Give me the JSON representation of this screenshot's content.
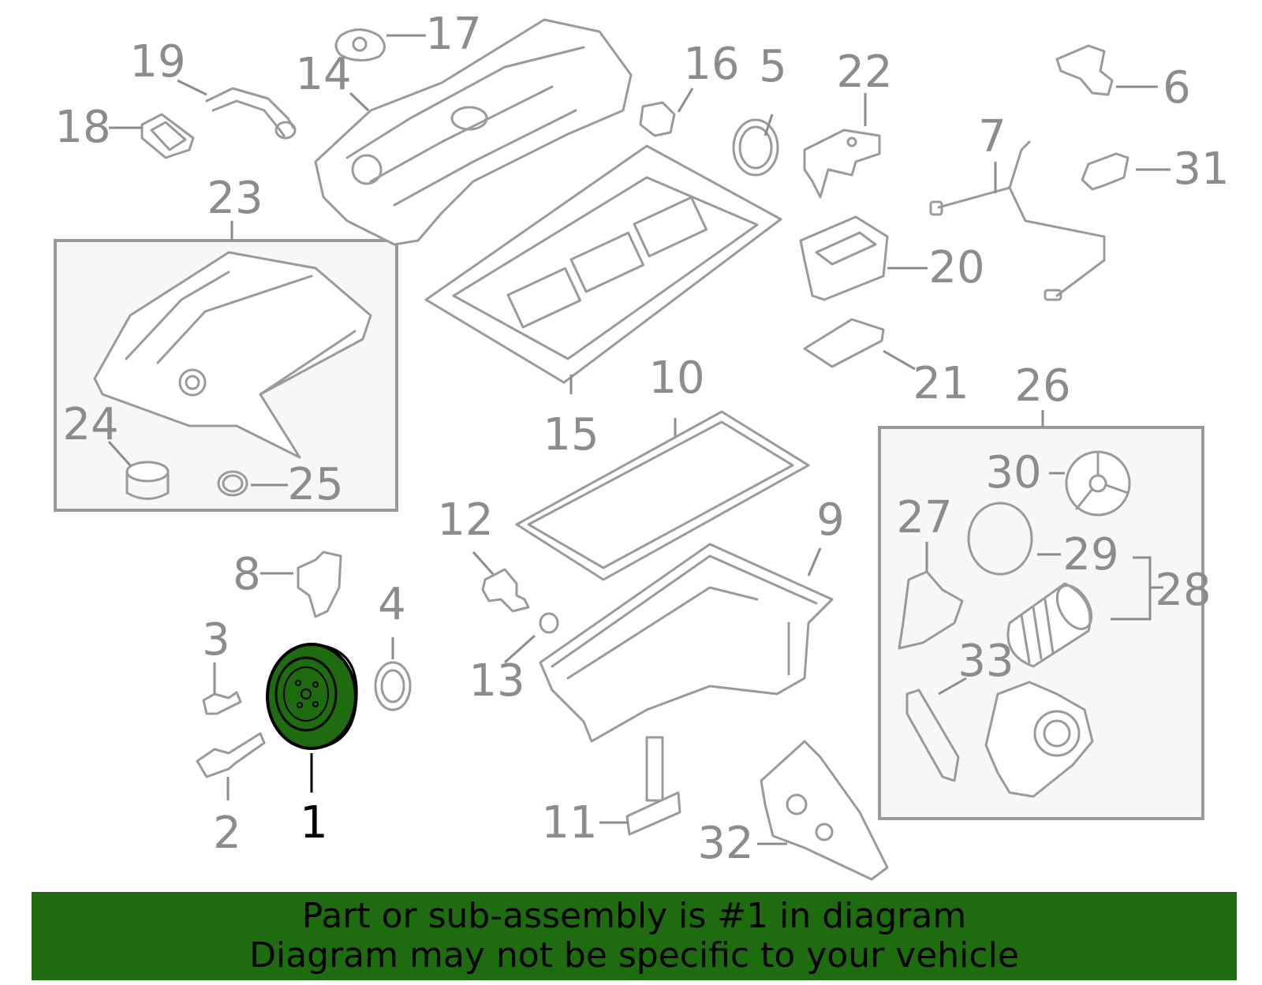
{
  "colors": {
    "highlight_part": "#1f6b0f",
    "banner_background": "#1f6b0f",
    "line_gray": "#9a9a9a",
    "label_gray": "#8c8c8c",
    "highlight_label": "#000000"
  },
  "highlighted_part": "1",
  "callouts": {
    "c1": "1",
    "c2": "2",
    "c3": "3",
    "c4": "4",
    "c5": "5",
    "c6": "6",
    "c7": "7",
    "c8": "8",
    "c9": "9",
    "c10": "10",
    "c11": "11",
    "c12": "12",
    "c13": "13",
    "c14": "14",
    "c15": "15",
    "c16": "16",
    "c17": "17",
    "c18": "18",
    "c19": "19",
    "c20": "20",
    "c21": "21",
    "c22": "22",
    "c23": "23",
    "c24": "24",
    "c25": "25",
    "c26": "26",
    "c27": "27",
    "c28": "28",
    "c29": "29",
    "c30": "30",
    "c31": "31",
    "c32": "32",
    "c33": "33"
  },
  "banner": {
    "line1": "Part or sub-assembly is #1 in diagram",
    "line2": "Diagram may not be specific to your vehicle"
  }
}
